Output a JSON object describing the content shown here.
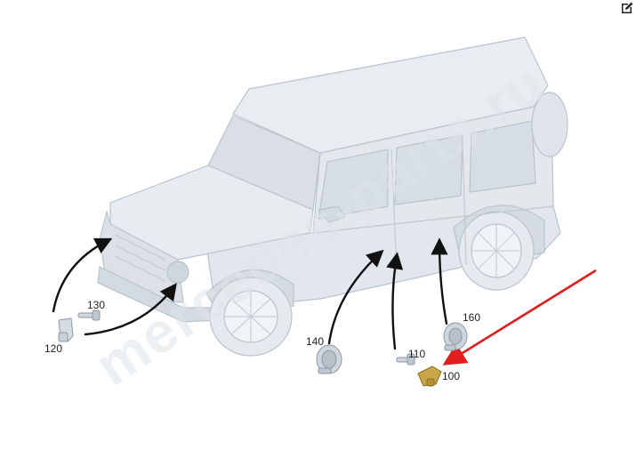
{
  "toolbar": {
    "edit_icon": "edit-icon"
  },
  "watermark": "mercedes-parts.ru",
  "callouts": [
    {
      "id": "120",
      "label": "120"
    },
    {
      "id": "130",
      "label": "130"
    },
    {
      "id": "140",
      "label": "140"
    },
    {
      "id": "110",
      "label": "110"
    },
    {
      "id": "160",
      "label": "160"
    },
    {
      "id": "100",
      "label": "100"
    }
  ],
  "colors": {
    "vehicle_fill": "#e4e9ee",
    "vehicle_line": "#b8c2cb",
    "arrow": "#111111",
    "highlight_arrow": "#e01e1e",
    "highlight_part": "#c9a54a"
  }
}
